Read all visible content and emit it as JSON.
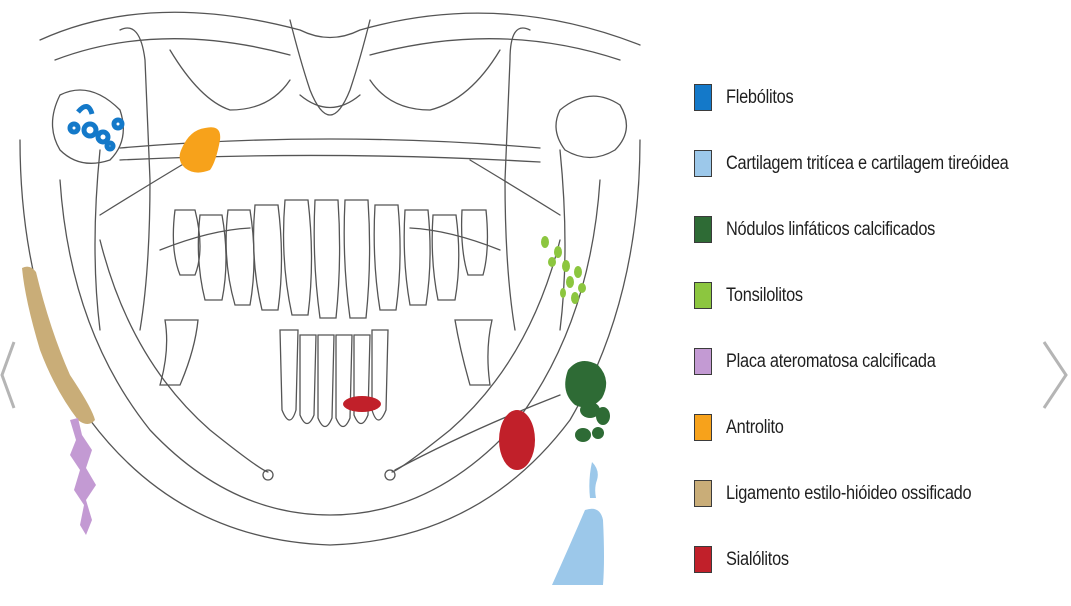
{
  "diagram": {
    "title": "",
    "colors": {
      "outline": "#555555",
      "flebolitos": "#1479c9",
      "cartilagem": "#9cc8ea",
      "nodulos": "#2e6b35",
      "tonsilolitos": "#8cc63f",
      "placa": "#c39ad3",
      "antrolito": "#f7a21b",
      "ligamento": "#c9ad78",
      "sialolitos": "#c1202a"
    }
  },
  "legend": {
    "items": [
      {
        "label": "Flebólitos",
        "color": "#1479c9"
      },
      {
        "label": "Cartilagem tritícea e cartilagem tireóidea",
        "color": "#9cc8ea"
      },
      {
        "label": "Nódulos linfáticos calcificados",
        "color": "#2e6b35"
      },
      {
        "label": "Tonsilolitos",
        "color": "#8cc63f"
      },
      {
        "label": "Placa ateromatosa calcificada",
        "color": "#c39ad3"
      },
      {
        "label": "Antrolito",
        "color": "#f7a21b"
      },
      {
        "label": "Ligamento estilo-hióideo ossificado",
        "color": "#c9ad78"
      },
      {
        "label": "Sialólitos",
        "color": "#c1202a"
      }
    ]
  },
  "navigation": {
    "prev_icon": "chevron-left-icon",
    "next_icon": "chevron-right-icon"
  }
}
